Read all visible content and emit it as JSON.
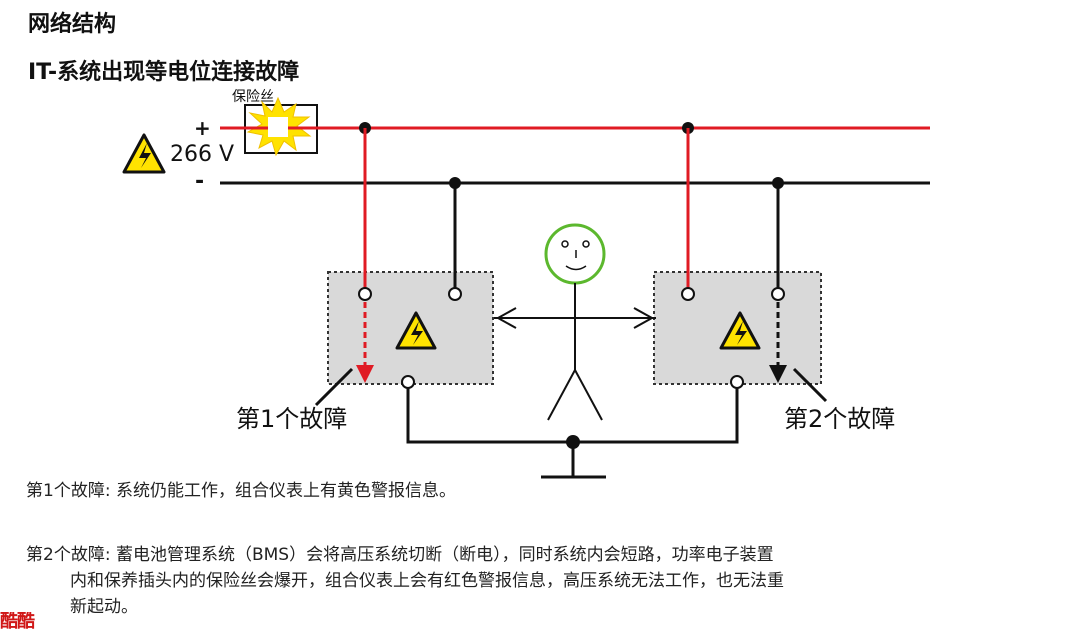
{
  "title": "网络结构",
  "subtitle": "IT-系统出现等电位连接故障",
  "diagram": {
    "fuse_label": "保险丝",
    "plus_label": "+",
    "minus_label": "-",
    "voltage_label": "266 V",
    "fault1_label": "第1个故障",
    "fault2_label": "第2个故障",
    "colors": {
      "positive_line": "#e01b24",
      "negative_line": "#111111",
      "box_fill": "#d9d9d9",
      "warning_yellow": "#ffe300",
      "fuse_burst": "#ffe200",
      "head_outline": "#5cb82e"
    }
  },
  "paragraphs": {
    "p1": "第1个故障: 系统仍能工作，组合仪表上有黄色警报信息。",
    "p2_line1": "第2个故障: 蓄电池管理系统（BMS）会将高压系统切断（断电），同时系统内会短路，功率电子装置",
    "p2_line2": "内和保养插头内的保险丝会爆开，组合仪表上会有红色警报信息，高压系统无法工作，也无法重",
    "p2_line3": "新起动。"
  },
  "logo_text": "酷酷"
}
